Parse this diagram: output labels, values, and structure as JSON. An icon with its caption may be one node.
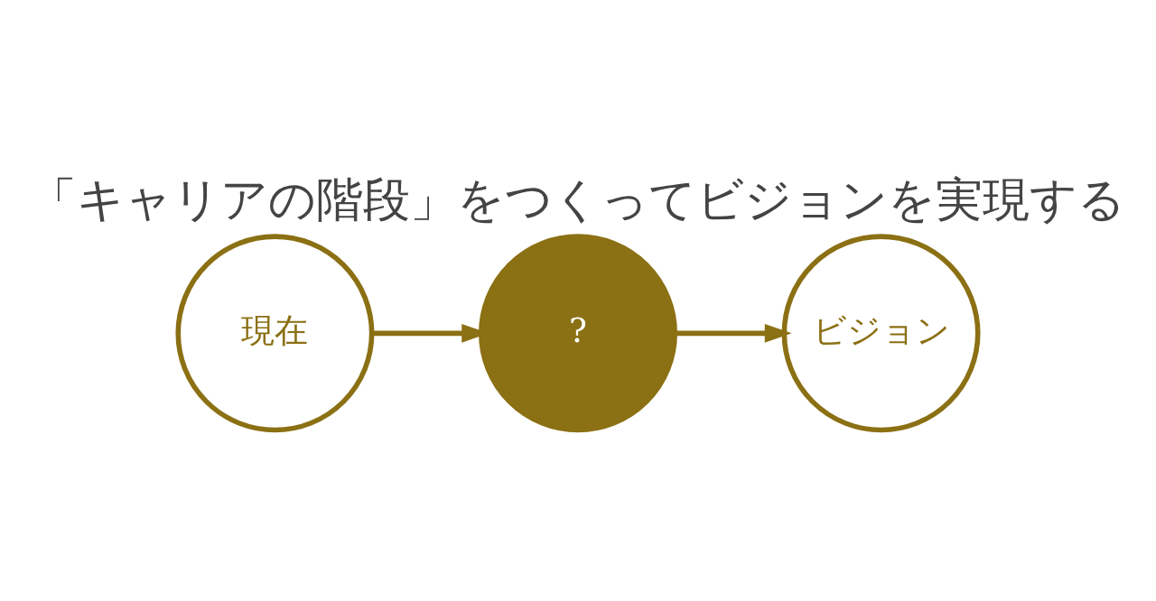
{
  "diagram": {
    "title": "「キャリアの階段」をつくってビジョンを実現する",
    "nodes": [
      {
        "text": [
          "現在"
        ]
      },
      {
        "text": [
          "?"
        ]
      },
      {
        "text": [
          "ビジョン"
        ]
      }
    ],
    "edges": [
      {
        "from": 0,
        "to": 1,
        "arrow": "to"
      },
      {
        "from": 1,
        "to": 2,
        "arrow": "to"
      }
    ]
  }
}
